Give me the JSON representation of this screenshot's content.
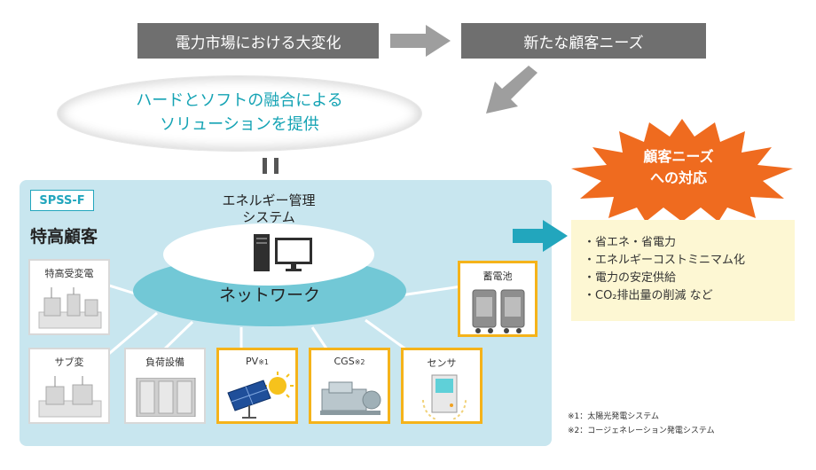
{
  "header": {
    "box_left": "電力市場における大変化",
    "box_right": "新たな顧客ニーズ"
  },
  "solution": {
    "line1": "ハードとソフトの融合による",
    "line2": "ソリューションを提供"
  },
  "panel": {
    "label": "SPSS-F",
    "customer": "特高顧客",
    "ems_line1": "エネルギー管理",
    "ems_line2": "システム",
    "network": "ネットワーク"
  },
  "devices": {
    "substation": "特高受変電",
    "sub_transformer": "サブ変",
    "load": "負荷設備",
    "pv": "PV",
    "pv_note": "※1",
    "cgs": "CGS",
    "cgs_note": "※2",
    "sensor": "センサ",
    "battery": "蓄電池"
  },
  "needs": {
    "burst_line1": "顧客ニーズ",
    "burst_line2": "への対応",
    "items": [
      "・省エネ・省電力",
      "・エネルギーコストミニマム化",
      "・電力の安定供給",
      "・CO₂排出量の削減 など"
    ]
  },
  "notes": {
    "note1": "※1：太陽光発電システム",
    "note2": "※2：コージェネレーション発電システム"
  },
  "colors": {
    "gray_box": "#6f6f6f",
    "teal_text": "#14a3b4",
    "panel_bg": "#c8e6ef",
    "network": "#72c8d6",
    "highlight_border": "#f5b31a",
    "burst": "#ef6b1f",
    "needs_bg": "#fdf7d3"
  }
}
